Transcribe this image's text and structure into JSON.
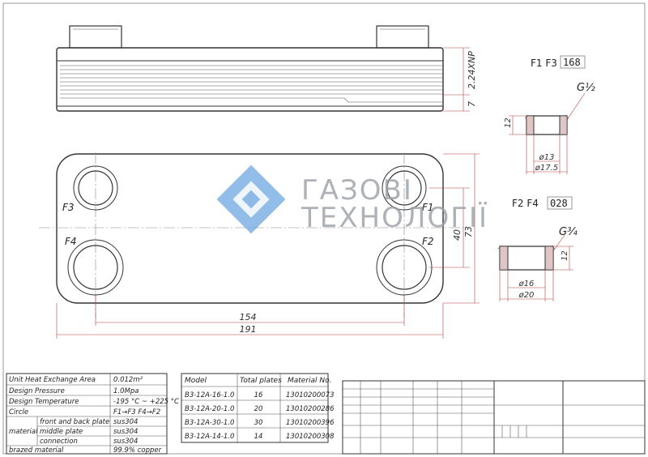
{
  "side_view": {
    "dim_top": "2.24XNP",
    "dim_bottom": "7"
  },
  "front_view": {
    "ports": {
      "f1": "F1",
      "f2": "F2",
      "f3": "F3",
      "f4": "F4"
    },
    "dim_width_inner": "154",
    "dim_width_outer": "191",
    "dim_height_inner": "40",
    "dim_height_outer": "73"
  },
  "detail_f1f3": {
    "label": "F1  F3",
    "code": "168",
    "thread": "G½",
    "height": "12",
    "inner_dia": "ø13",
    "outer_dia": "ø17.5"
  },
  "detail_f2f4": {
    "label": "F2  F4",
    "code": "028",
    "thread": "G¾",
    "height": "12",
    "inner_dia": "ø16",
    "outer_dia": "ø20"
  },
  "watermark": {
    "line1": "ГАЗОВІ",
    "line2": "ТЕХНОЛОГІЇ"
  },
  "spec_table": {
    "rows": [
      {
        "label": "Unit Heat Exchange Area",
        "value": "0.012m²"
      },
      {
        "label": "Design Pressure",
        "value": "1.0Mpa"
      },
      {
        "label": "Design Temperature",
        "value": "-195 °C ~ +225 °C"
      },
      {
        "label": "Circle",
        "value": "F1→F3   F4→F2"
      }
    ],
    "material_label": "material",
    "material_rows": [
      {
        "label": "front and back plate",
        "value": "sus304"
      },
      {
        "label": "middle plate",
        "value": "sus304"
      },
      {
        "label": "connection",
        "value": "sus304"
      }
    ],
    "brazed_label": "brazed material",
    "brazed_value": "99.9% copper"
  },
  "model_table": {
    "headers": [
      "Model",
      "Total plates",
      "Material No."
    ],
    "rows": [
      [
        "B3-12A-16-1.0",
        "16",
        "13010200073"
      ],
      [
        "B3-12A-20-1.0",
        "20",
        "13010200286"
      ],
      [
        "B3-12A-30-1.0",
        "30",
        "13010200396"
      ],
      [
        "B3-12A-14-1.0",
        "14",
        "13010200308"
      ]
    ]
  },
  "colors": {
    "line": "#333333",
    "dimension": "#b04040",
    "watermark_blue": "#4a90d9",
    "watermark_text": "#9aa0a6"
  }
}
